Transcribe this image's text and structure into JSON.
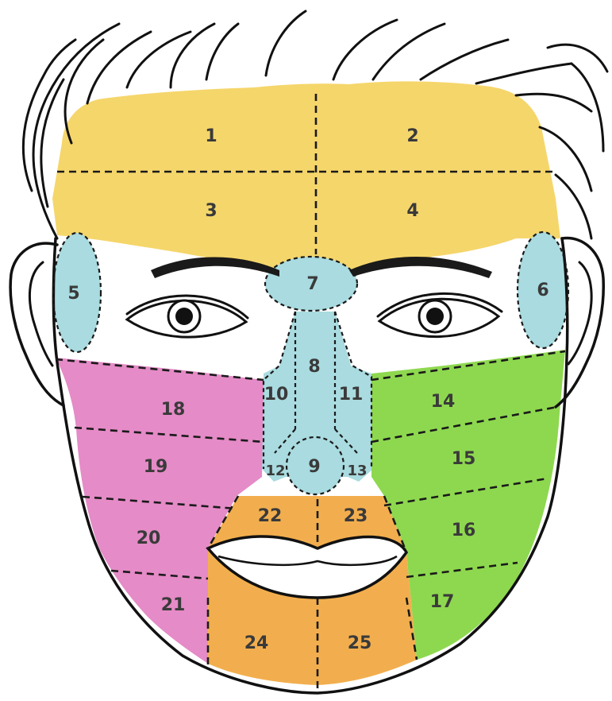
{
  "colors": {
    "forehead": "#f5d66b",
    "temple_nose": "#a9dbe0",
    "cheek_right": "#e58bc7",
    "cheek_left": "#8ed84f",
    "mouth_chin": "#f2ae4e"
  },
  "zones": [
    {
      "id": "1",
      "label": "1"
    },
    {
      "id": "2",
      "label": "2"
    },
    {
      "id": "3",
      "label": "3"
    },
    {
      "id": "4",
      "label": "4"
    },
    {
      "id": "5",
      "label": "5"
    },
    {
      "id": "6",
      "label": "6"
    },
    {
      "id": "7",
      "label": "7"
    },
    {
      "id": "8",
      "label": "8"
    },
    {
      "id": "9",
      "label": "9"
    },
    {
      "id": "10",
      "label": "10"
    },
    {
      "id": "11",
      "label": "11"
    },
    {
      "id": "12",
      "label": "12"
    },
    {
      "id": "13",
      "label": "13"
    },
    {
      "id": "14",
      "label": "14"
    },
    {
      "id": "15",
      "label": "15"
    },
    {
      "id": "16",
      "label": "16"
    },
    {
      "id": "17",
      "label": "17"
    },
    {
      "id": "18",
      "label": "18"
    },
    {
      "id": "19",
      "label": "19"
    },
    {
      "id": "20",
      "label": "20"
    },
    {
      "id": "21",
      "label": "21"
    },
    {
      "id": "22",
      "label": "22"
    },
    {
      "id": "23",
      "label": "23"
    },
    {
      "id": "24",
      "label": "24"
    },
    {
      "id": "25",
      "label": "25"
    }
  ]
}
